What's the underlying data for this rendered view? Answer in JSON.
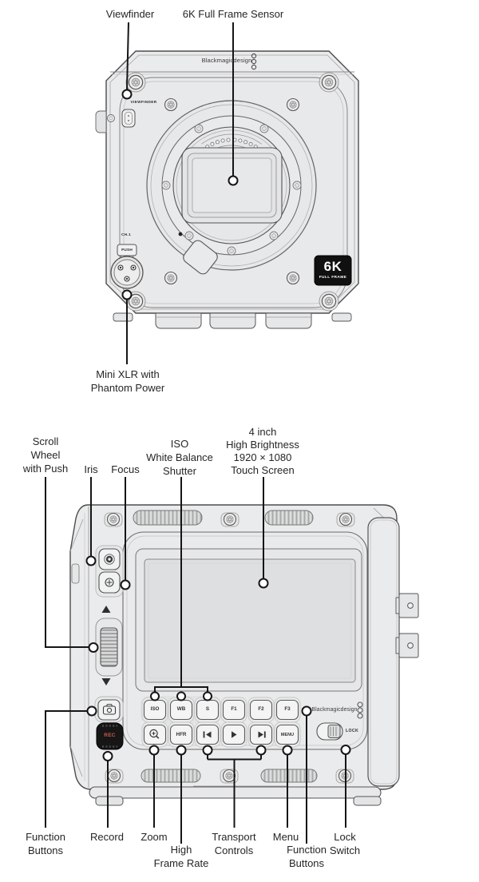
{
  "front": {
    "labels": {
      "viewfinder": "Viewfinder",
      "sensor": "6K Full Frame Sensor",
      "xlr": [
        "Mini XLR with",
        "Phantom Power"
      ]
    },
    "body": {
      "brand": "Blackmagicdesign",
      "viewfinder_port": "VIEWFINDER",
      "channel": "CH.1",
      "push": "PUSH",
      "badge_top": "6K",
      "badge_bottom": "FULL FRAME"
    }
  },
  "side": {
    "labels_top": {
      "scroll_wheel": [
        "Scroll",
        "Wheel",
        "with Push"
      ],
      "iris": "Iris",
      "focus": "Focus",
      "exposure": [
        "ISO",
        "White Balance",
        "Shutter"
      ],
      "touch_screen": [
        "4 inch",
        "High Brightness",
        "1920 × 1080",
        "Touch Screen"
      ]
    },
    "labels_bottom": {
      "function_left": [
        "Function",
        "Buttons"
      ],
      "record": "Record",
      "zoom": "Zoom",
      "high_frame_rate": [
        "High",
        "Frame Rate"
      ],
      "transport": [
        "Transport",
        "Controls"
      ],
      "menu": "Menu",
      "function_right": [
        "Function",
        "Buttons"
      ],
      "lock": [
        "Lock",
        "Switch"
      ]
    },
    "body": {
      "brand": "Blackmagicdesign",
      "buttons_row1": [
        "ISO",
        "WB",
        "S",
        "F1",
        "F2",
        "F3"
      ],
      "hfr": "HFR",
      "menu": "MENU",
      "rec": "REC",
      "lock": "LOCK"
    }
  }
}
